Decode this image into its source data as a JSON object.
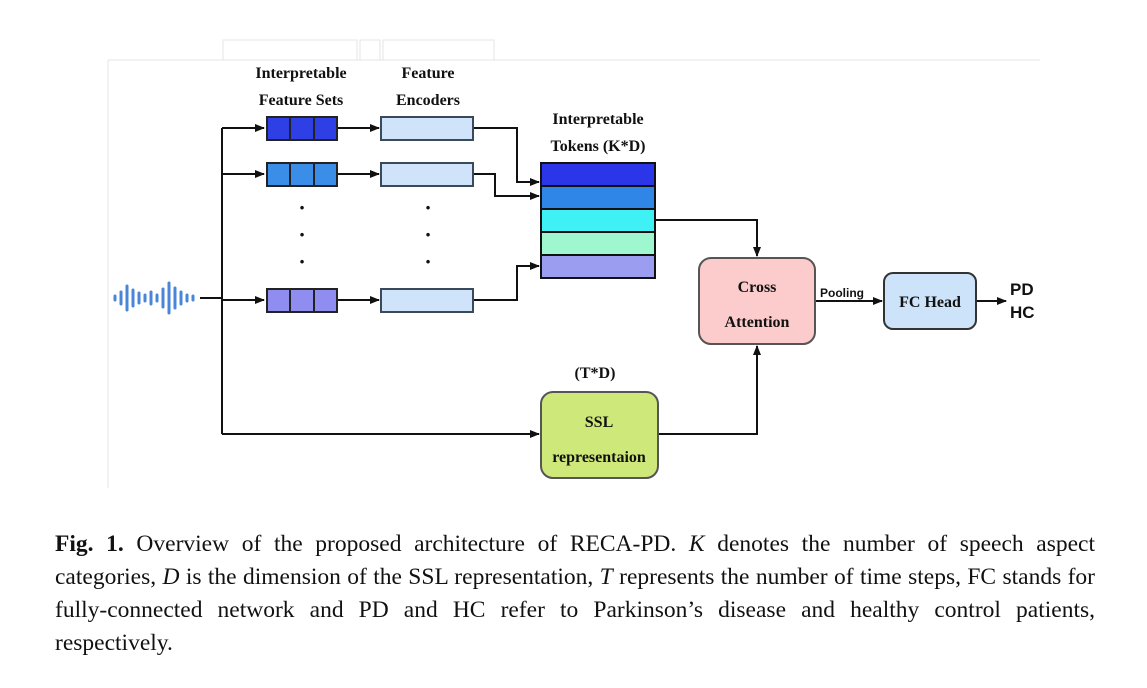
{
  "labels": {
    "feature_sets": [
      "Interpretable",
      "Feature Sets"
    ],
    "feature_encoders": [
      "Feature",
      "Encoders"
    ],
    "tokens": [
      "Interpretable",
      "Tokens (K*D)"
    ],
    "cross_attention": [
      "Cross",
      "Attention"
    ],
    "pooling": "Pooling",
    "fc_head": "FC Head",
    "out_pd": "PD",
    "out_hc": "HC",
    "td": "(T*D)",
    "ssl": [
      "SSL",
      "representaion"
    ],
    "ellipsis": "·"
  },
  "caption": {
    "fig_label": "Fig. 1.",
    "t1": " Overview of the proposed architecture of RECA-PD. ",
    "k": "K",
    "t2": " denotes the number of speech aspect categories, ",
    "d": "D",
    "t3": " is the dimension of the SSL representation, ",
    "t": "T",
    "t4": " represents the number of time steps, FC stands for fully-connected network and PD and HC refer to Parkinson’s disease and healthy control patients, respectively."
  },
  "colors": {
    "fs_row1": "#2f3fe6",
    "fs_row2": "#3b8ee8",
    "fs_row3": "#8f8ef0",
    "encoder": "#cfe4fb",
    "token1": "#2a36e8",
    "token2": "#2f86e6",
    "token3": "#3ff0f4",
    "token4": "#9ff7cf",
    "token5": "#9a9df0",
    "cross_attention": "#fccccc",
    "fc_head": "#cce3fa",
    "ssl": "#cfe87a",
    "waveform": "#4a86d8"
  }
}
